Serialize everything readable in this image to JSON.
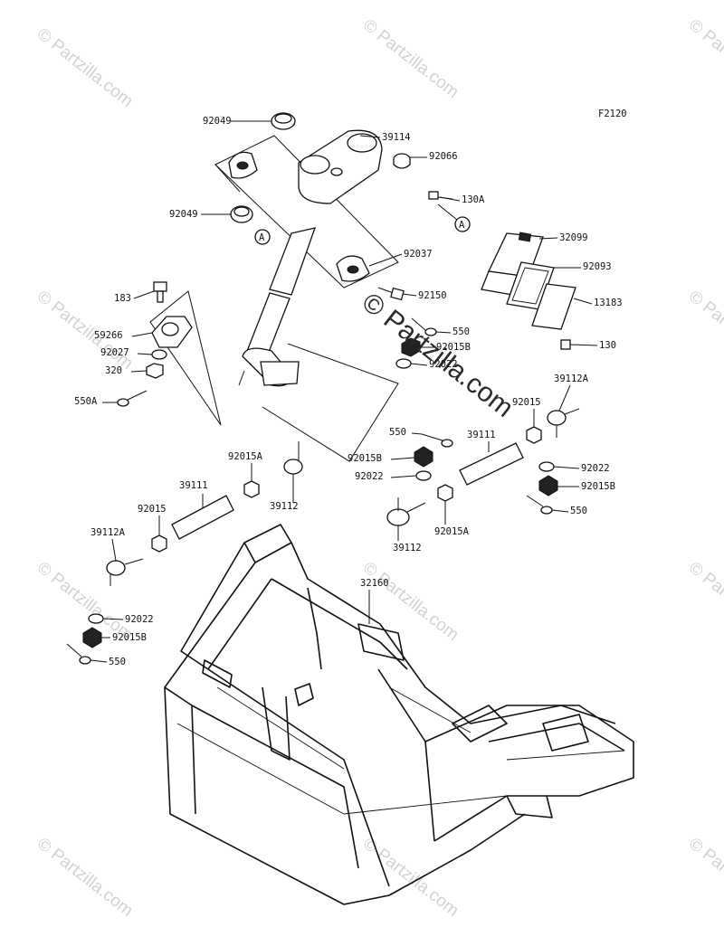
{
  "figure_code": "F2120",
  "watermark": {
    "text": "© Partzilla.com"
  },
  "reference_marker": "A",
  "callouts": [
    {
      "id": "92049-top",
      "text": "92049"
    },
    {
      "id": "39114",
      "text": "39114"
    },
    {
      "id": "92066",
      "text": "92066"
    },
    {
      "id": "92049-bottom",
      "text": "92049"
    },
    {
      "id": "130A",
      "text": "130A"
    },
    {
      "id": "32099",
      "text": "32099"
    },
    {
      "id": "92037",
      "text": "92037"
    },
    {
      "id": "92093",
      "text": "92093"
    },
    {
      "id": "183",
      "text": "183"
    },
    {
      "id": "92150",
      "text": "92150"
    },
    {
      "id": "13183",
      "text": "13183"
    },
    {
      "id": "59266",
      "text": "59266"
    },
    {
      "id": "550-upper",
      "text": "550"
    },
    {
      "id": "92027",
      "text": "92027"
    },
    {
      "id": "92015B-upper",
      "text": "92015B"
    },
    {
      "id": "130",
      "text": "130"
    },
    {
      "id": "320",
      "text": "320"
    },
    {
      "id": "92022-upper",
      "text": "92022"
    },
    {
      "id": "39112A-right",
      "text": "39112A"
    },
    {
      "id": "550A",
      "text": "550A"
    },
    {
      "id": "92015-right",
      "text": "92015"
    },
    {
      "id": "550-mid",
      "text": "550"
    },
    {
      "id": "39111-right",
      "text": "39111"
    },
    {
      "id": "92015B-mid",
      "text": "92015B"
    },
    {
      "id": "92022-right",
      "text": "92022"
    },
    {
      "id": "92015A-left",
      "text": "92015A"
    },
    {
      "id": "92022-mid",
      "text": "92022"
    },
    {
      "id": "92015B-right",
      "text": "92015B"
    },
    {
      "id": "39111-left",
      "text": "39111"
    },
    {
      "id": "39112-left",
      "text": "39112"
    },
    {
      "id": "92015-left",
      "text": "92015"
    },
    {
      "id": "550-right",
      "text": "550"
    },
    {
      "id": "92015A-right",
      "text": "92015A"
    },
    {
      "id": "39112A-left",
      "text": "39112A"
    },
    {
      "id": "39112-right",
      "text": "39112"
    },
    {
      "id": "32160",
      "text": "32160"
    },
    {
      "id": "92022-lower",
      "text": "92022"
    },
    {
      "id": "92015B-lower",
      "text": "92015B"
    },
    {
      "id": "550-lower",
      "text": "550"
    }
  ]
}
